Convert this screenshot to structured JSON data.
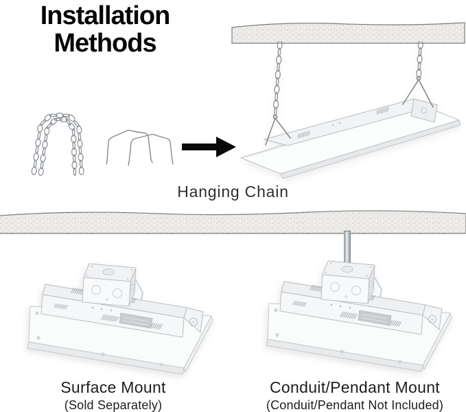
{
  "title": "Installation Methods",
  "sections": {
    "hanging": {
      "label": "Hanging Chain"
    },
    "surface": {
      "label": "Surface Mount",
      "note": "(Sold Separately)"
    },
    "conduit": {
      "label": "Conduit/Pendant Mount",
      "note": "(Conduit/Pendant Not Included)"
    }
  },
  "icons": {
    "chain_pic": "hanging-chain-icon",
    "bracket_pic": "v-hook-brackets-icon",
    "arrow": "arrow-right-icon"
  },
  "colors": {
    "title_text": "#050505",
    "label_text": "#2e2e2e",
    "arrow_black": "#0a0a0a",
    "ceiling_fill": "#eeedeb",
    "ceiling_speckle": "#b7b6b2",
    "ceiling_outline": "#7e7d79",
    "fixture_white": "#fcfdfd",
    "fixture_shade": "#e6e8ea",
    "metal_line": "#85898d",
    "rod_metal": "#8e9296"
  }
}
